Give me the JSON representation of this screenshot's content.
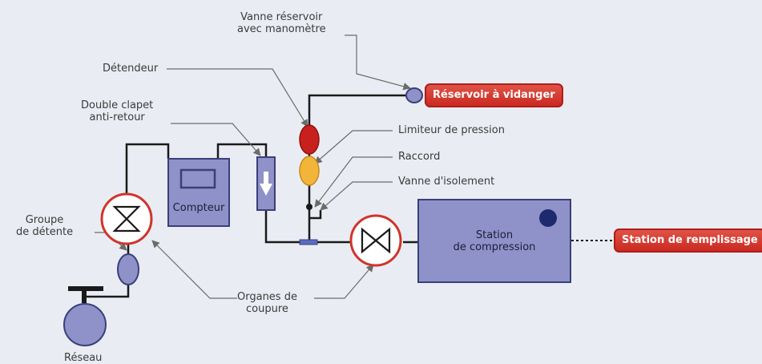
{
  "labels": {
    "vanne_reservoir": "Vanne réservoir\navec manomètre",
    "detendeur": "Détendeur",
    "double_clapet": "Double clapet\nanti-retour",
    "limiteur": "Limiteur de pression",
    "raccord": "Raccord",
    "vanne_isolement": "Vanne d'isolement",
    "groupe_detente": "Groupe\nde détente",
    "organes_coupure": "Organes de\ncoupure",
    "reseau": "Réseau",
    "compteur": "Compteur",
    "station_compression": "Station\nde compression"
  },
  "buttons": {
    "reservoir": "Réservoir à vidanger",
    "station_remplissage": "Station de remplissage"
  },
  "colors": {
    "background": "#e9edf3",
    "pipe": "#1a1a1a",
    "leader": "#6b6b6b",
    "box_fill": "#8f92c8",
    "box_stroke": "#3a3f7a",
    "accent_red": "#d0342b",
    "detendeur_red": "#c8201c",
    "limiteur_yellow": "#f2b53a"
  }
}
